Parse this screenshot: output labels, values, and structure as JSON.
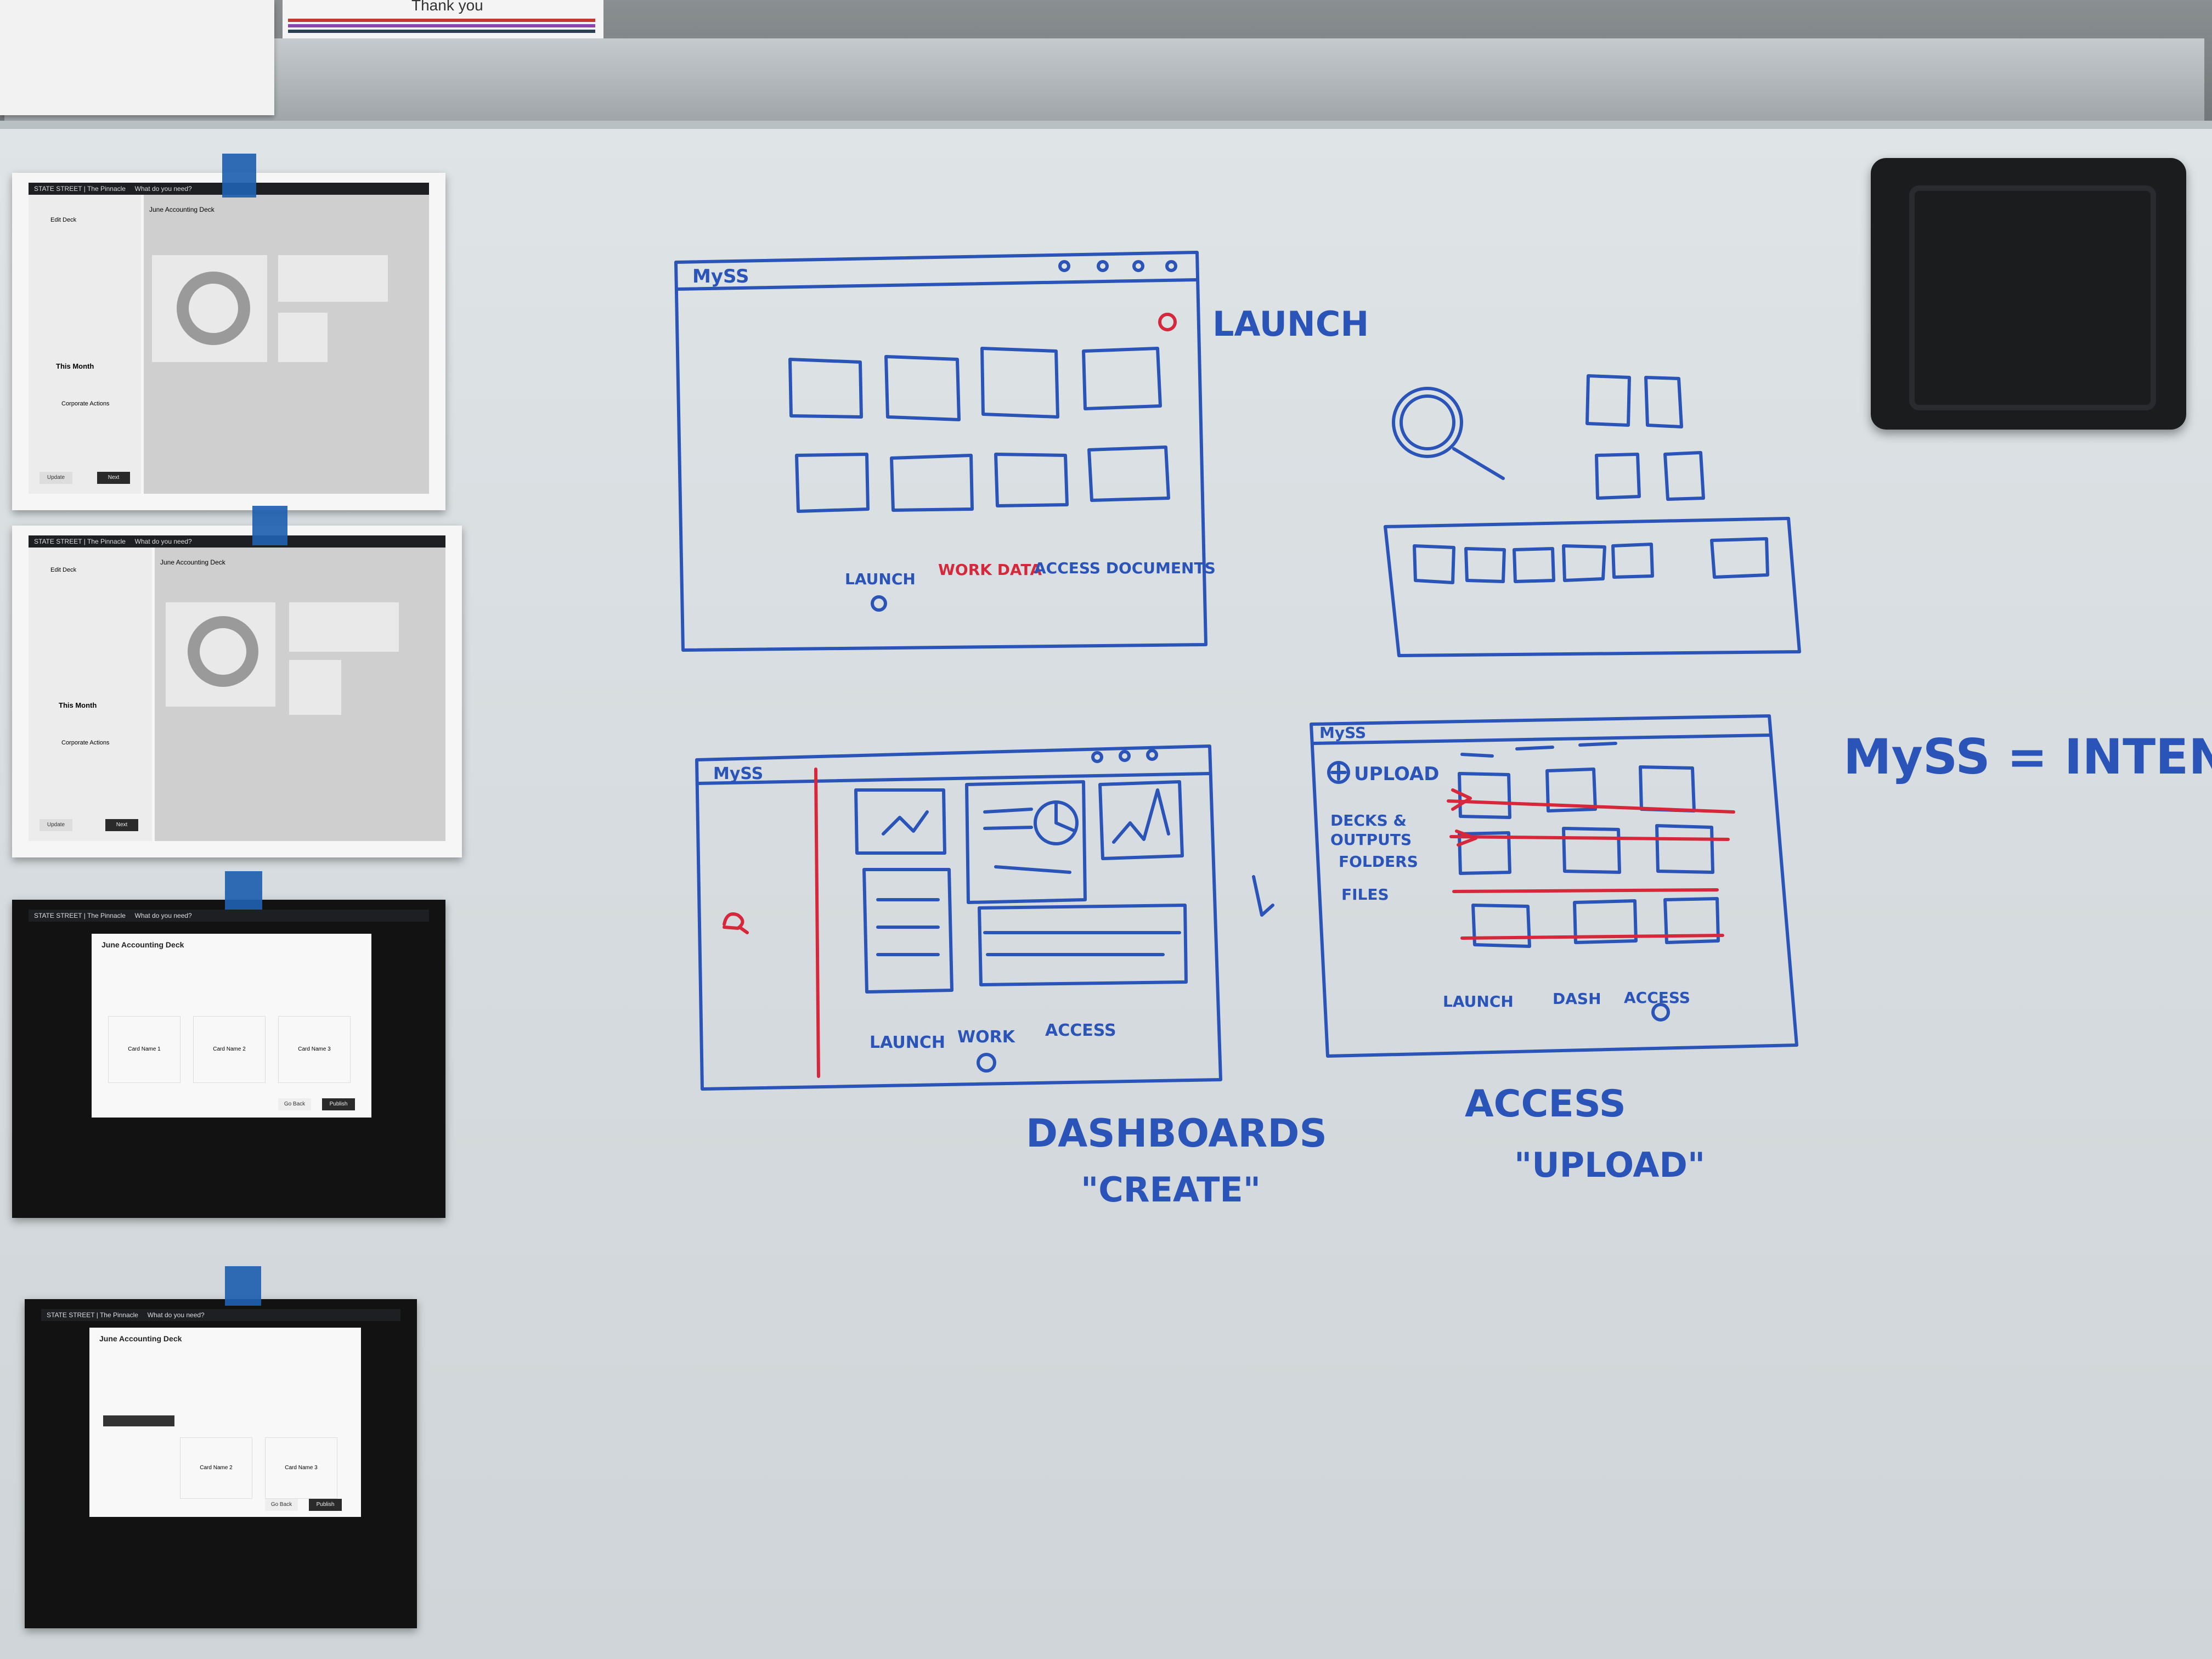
{
  "top_note": {
    "text": "Thank you"
  },
  "board": {
    "sketch_launch": {
      "brand": "MySS",
      "side_label": "LAUNCH",
      "nav": [
        "LAUNCH",
        "WORK DATA",
        "ACCESS DOCUMENTS"
      ]
    },
    "sketch_dashboard": {
      "brand": "MySS",
      "nav": [
        "LAUNCH",
        "WORK",
        "ACCESS"
      ],
      "caption_title": "DASHBOARDS",
      "caption_sub": "\"CREATE\""
    },
    "sketch_access": {
      "brand": "MySS",
      "upload": "UPLOAD",
      "categories": [
        "DECKS &",
        "OUTPUTS",
        "FOLDERS",
        "FILES"
      ],
      "nav": [
        "LAUNCH",
        "DASH",
        "ACCESS"
      ],
      "caption_title": "ACCESS",
      "caption_sub": "\"UPLOAD\""
    },
    "equation": "MySS = INTENT"
  },
  "printouts": [
    {
      "brand": "STATE STREET",
      "product": "The Pinnacle",
      "search": "What do you need?",
      "title": "June Accounting Deck",
      "sidebar": [
        "Edit Deck",
        "This Month",
        "Corporate Actions"
      ],
      "buttons": [
        "Update",
        "Next"
      ]
    },
    {
      "brand": "STATE STREET",
      "product": "The Pinnacle",
      "search": "What do you need?",
      "title": "June Accounting Deck",
      "sidebar": [
        "Edit Deck",
        "This Month",
        "Corporate Actions"
      ],
      "buttons": [
        "Update",
        "Next"
      ]
    },
    {
      "brand": "STATE STREET",
      "product": "The Pinnacle",
      "search": "What do you need?",
      "title": "June Accounting Deck",
      "cards": [
        "Card Name 1",
        "Card Name 2",
        "Card Name 3"
      ],
      "buttons": [
        "Go Back",
        "Publish"
      ]
    },
    {
      "brand": "STATE STREET",
      "product": "The Pinnacle",
      "search": "What do you need?",
      "title": "June Accounting Deck",
      "cards": [
        "Card Name 2",
        "Card Name 3"
      ],
      "buttons": [
        "Go Back",
        "Publish"
      ]
    }
  ]
}
